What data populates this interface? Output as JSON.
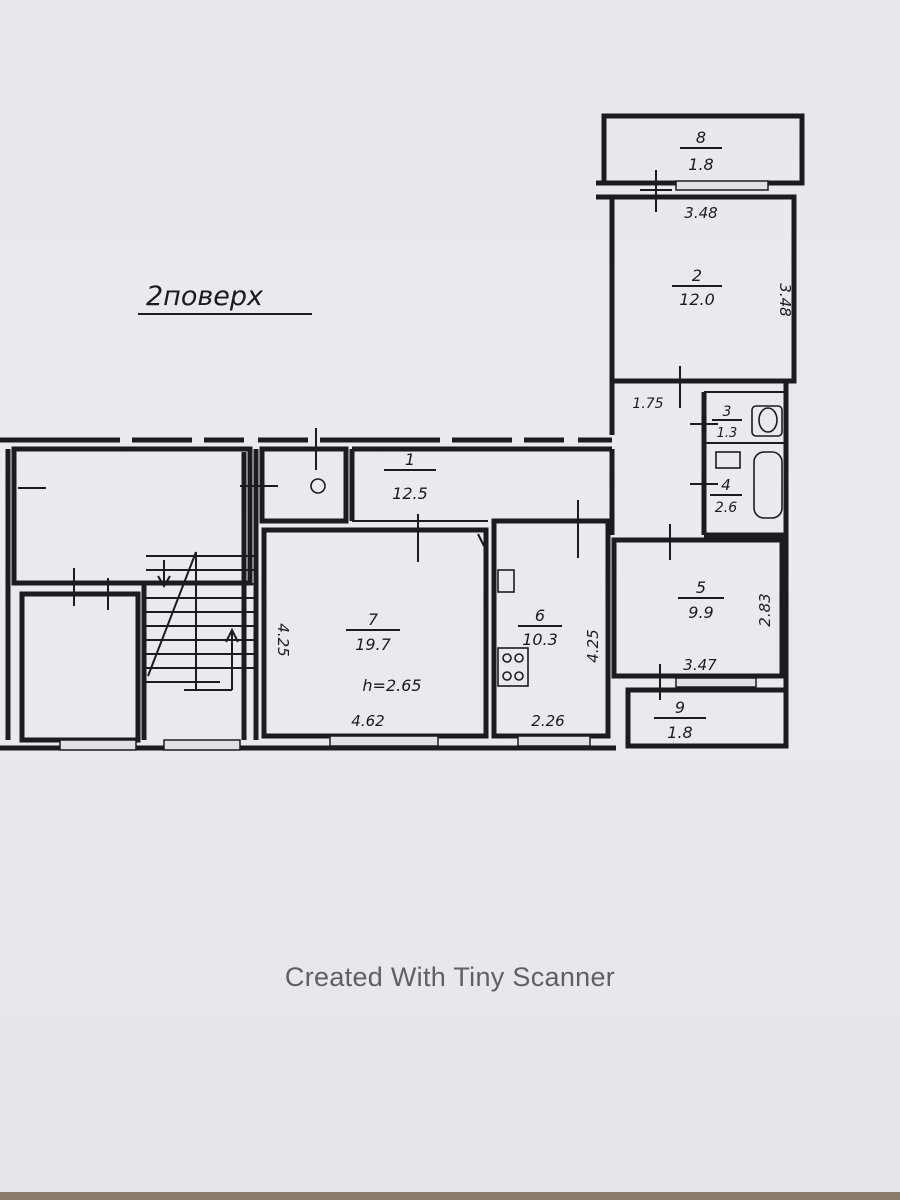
{
  "plan": {
    "title": "2поверх",
    "rooms": [
      {
        "id": "room-1",
        "number": "1",
        "area": "12.5"
      },
      {
        "id": "room-2",
        "number": "2",
        "area": "12.0"
      },
      {
        "id": "room-3",
        "number": "3",
        "area": "1.3"
      },
      {
        "id": "room-4",
        "number": "4",
        "area": "2.6"
      },
      {
        "id": "room-5",
        "number": "5",
        "area": "9.9"
      },
      {
        "id": "room-6",
        "number": "6",
        "area": "10.3"
      },
      {
        "id": "room-7",
        "number": "7",
        "area": "19.7"
      },
      {
        "id": "room-8",
        "number": "8",
        "area": "1.8"
      },
      {
        "id": "room-9",
        "number": "9",
        "area": "1.8"
      }
    ],
    "dimensions": {
      "room2_width": "3.48",
      "room2_height": "3.48",
      "corridor_width": "1.75",
      "room5_width": "3.47",
      "room5_height": "2.83",
      "room6_height": "4.25",
      "room6_width": "2.26",
      "room7_height": "4.25",
      "room7_width": "4.62",
      "ceiling_height": "h=2.65"
    }
  },
  "footer": {
    "watermark": "Created With Tiny Scanner"
  },
  "colors": {
    "paper": "#e6e8ee",
    "ink": "#1c1c20",
    "watermark": "#5f6066"
  }
}
